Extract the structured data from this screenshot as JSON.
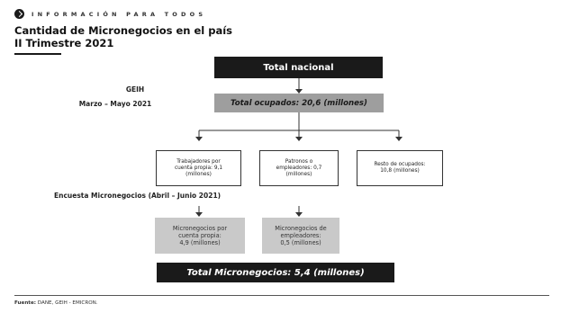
{
  "brand": {
    "icon": "circle-arrow-icon",
    "text": "INFORMACIÓN PARA TODOS"
  },
  "title": {
    "line1": "Cantidad de Micronegocios en el país",
    "line2": "II Trimestre 2021"
  },
  "geih": {
    "label": "GEIH",
    "period": "Marzo – Mayo 2021"
  },
  "total_nacional": "Total nacional",
  "total_ocupados": "Total ocupados: 20,6 (millones)",
  "categories": [
    {
      "label": "Trabajadores por\ncuenta propia: 9,1\n(millones)"
    },
    {
      "label": "Patronos o\nempleadores: 0,7\n(millones)"
    },
    {
      "label": "Resto de ocupados:\n10,8 (millones)"
    }
  ],
  "encuesta_label": "Encuesta Micronegocios (Abril – Junio 2021)",
  "micronegocios": [
    {
      "label": "Micronegocios por\ncuenta propia:\n4,9 (millones)"
    },
    {
      "label": "Micronegocios de\nempleadores:\n0,5 (millones)"
    }
  ],
  "total_micronegocios": "Total Micronegocios: 5,4 (millones)",
  "footer": {
    "prefix": "Fuente:",
    "source": "DANE, GEIH - EMICRON."
  },
  "colors": {
    "dark_box": "#1a1a1a",
    "gray_box": "#9e9e9e",
    "light_gray_box": "#c9c9c9"
  }
}
